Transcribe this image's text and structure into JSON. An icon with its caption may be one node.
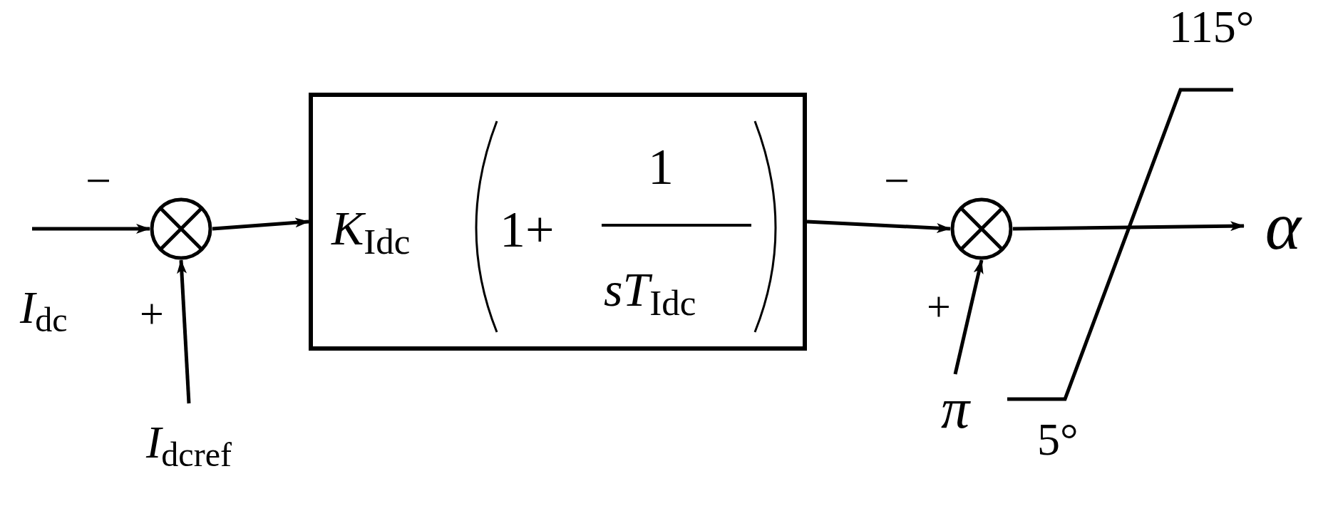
{
  "diagram": {
    "nodes": [
      {
        "text": [],
        "shape": "circle"
      },
      {
        "text": [
          "*K*$_{Idc}$",
          "1+",
          "1",
          "*sT*$_{Idc}$"
        ]
      },
      {
        "text": [],
        "shape": "circle"
      },
      {
        "text": [
          "*I*$_{dcref}$"
        ]
      },
      {
        "text": [
          "*π*"
        ]
      },
      {
        "text": [
          "*α*"
        ]
      }
    ],
    "edges": [
      {
        "from": null,
        "to": 0,
        "arrow": "to"
      },
      {
        "from": 3,
        "to": 0,
        "arrow": "to"
      },
      {
        "from": 0,
        "to": 1,
        "arrow": "to"
      },
      {
        "from": 1,
        "to": 2,
        "arrow": "to"
      },
      {
        "from": 4,
        "to": 2,
        "arrow": "to"
      },
      {
        "from": 2,
        "to": 5,
        "arrow": "to"
      }
    ],
    "labels": [
      "*I*$_{dc}$",
      "−",
      "+",
      "−",
      "+",
      "115°",
      "5°"
    ]
  }
}
